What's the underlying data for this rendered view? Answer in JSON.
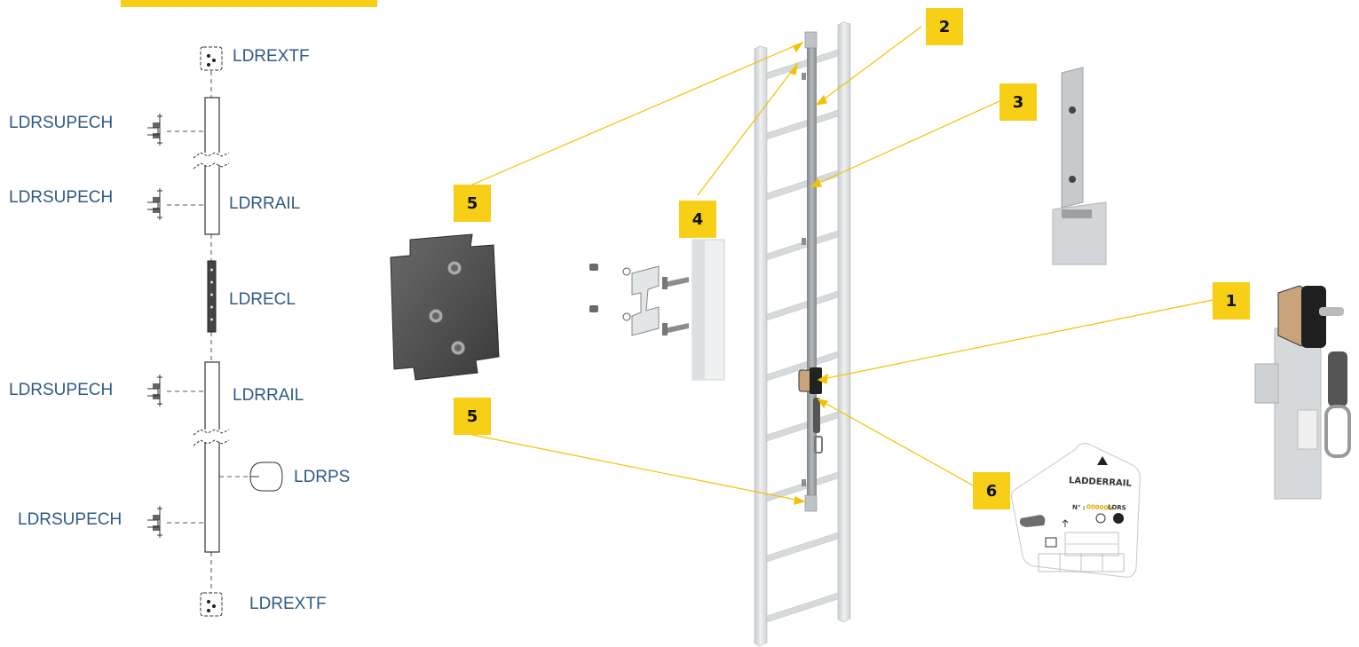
{
  "schematic": {
    "labels": {
      "ext_top": "LDREXTF",
      "support_1": "LDRSUPECH",
      "support_2": "LDRSUPECH",
      "rail_1": "LDRRAIL",
      "ecl": "LDRECL",
      "support_3": "LDRSUPECH",
      "rail_2": "LDRRAIL",
      "ps": "LDRPS",
      "support_4": "LDRSUPECH",
      "ext_bottom": "LDREXTF"
    }
  },
  "callouts": {
    "c1": "1",
    "c2": "2",
    "c3": "3",
    "c4": "4",
    "c5_top": "5",
    "c5_bottom": "5",
    "c6": "6"
  },
  "id_plate": {
    "brand": "LADDERRAIL",
    "ref": "LDRS",
    "serial_prefix": "N° :",
    "serial": "000000"
  },
  "colors": {
    "accent": "#f7cf17",
    "label_text": "#2f5a86",
    "ladder": "#dde1e3",
    "rail": "#9ea3a6",
    "dark_metal": "#4a4a4a"
  }
}
